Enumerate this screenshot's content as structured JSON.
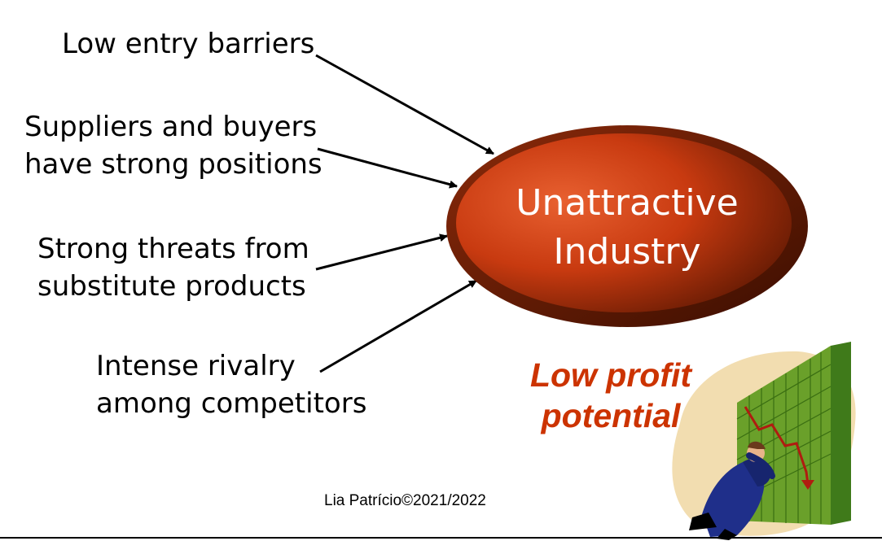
{
  "forces": [
    {
      "lines": [
        "Low entry barriers"
      ]
    },
    {
      "lines": [
        "Suppliers and buyers",
        "have strong positions"
      ]
    },
    {
      "lines": [
        "Strong threats from",
        "substitute products"
      ]
    },
    {
      "lines": [
        "Intense rivalry",
        "among competitors"
      ]
    }
  ],
  "center": {
    "lines": [
      "Unattractive",
      "Industry"
    ]
  },
  "outcome": {
    "lines": [
      "Low profit",
      "potential"
    ]
  },
  "footer": "Lia Patrício©2021/2022",
  "colors": {
    "ellipse_light": "#e05525",
    "ellipse_dark": "#5a1600",
    "outcome_text": "#cc3300",
    "chart_green": "#6aa02a",
    "blob": "#f2ddb0"
  },
  "icons": [
    "falling-chart-clipart",
    "distressed-businessman-icon"
  ]
}
